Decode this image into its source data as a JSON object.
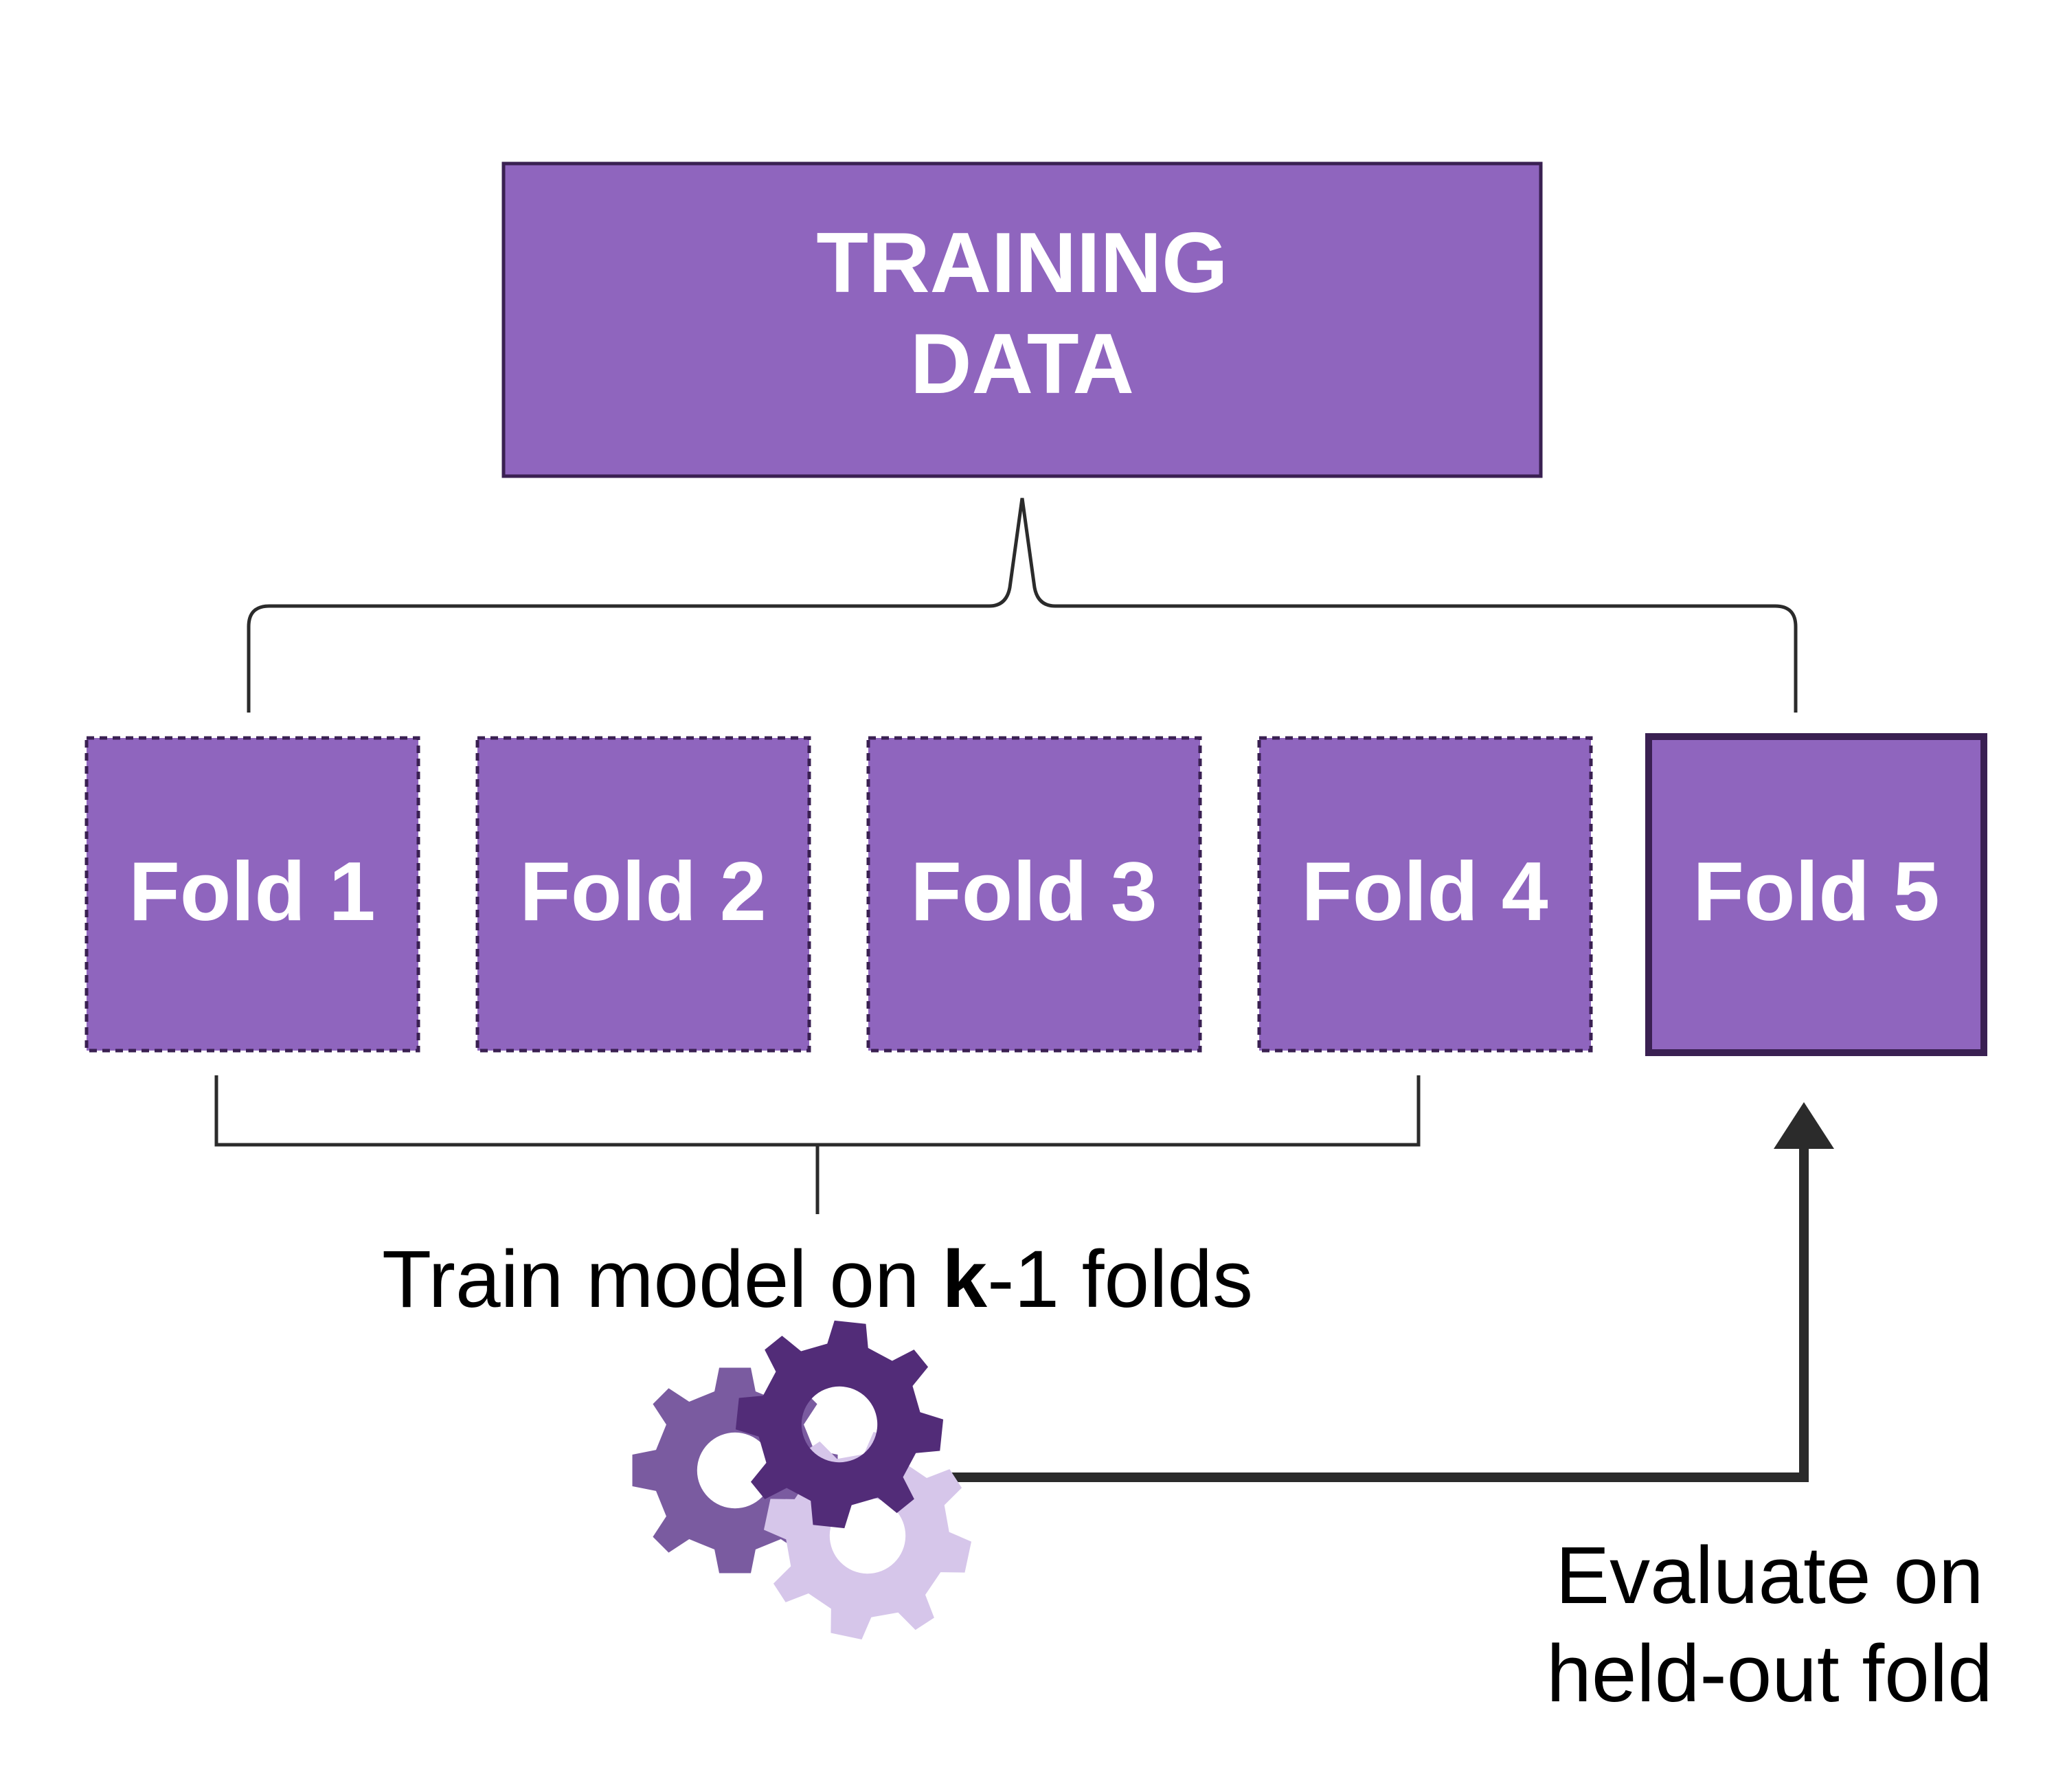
{
  "colors": {
    "box_fill": "#8f65be",
    "box_stroke": "#3a2052",
    "line": "#2b2b2b",
    "gear_mid": "#7a5ba0",
    "gear_dark": "#522c78",
    "gear_light": "#d6c6ea",
    "text_dark": "#000000",
    "text_light": "#ffffff"
  },
  "training_data": {
    "line1": "TRAINING",
    "line2": "DATA"
  },
  "folds": [
    {
      "label": "Fold 1",
      "border": "dashed"
    },
    {
      "label": "Fold 2",
      "border": "dashed"
    },
    {
      "label": "Fold 3",
      "border": "dashed"
    },
    {
      "label": "Fold 4",
      "border": "dashed"
    },
    {
      "label": "Fold 5",
      "border": "solid"
    }
  ],
  "train_caption": {
    "before": "Train model on ",
    "bold": "k",
    "after": "-1 folds"
  },
  "evaluate_caption": {
    "line1": "Evaluate on",
    "line2": "held-out fold"
  },
  "icons": {
    "gears": "gears-icon",
    "arrow": "arrow-up-icon"
  }
}
